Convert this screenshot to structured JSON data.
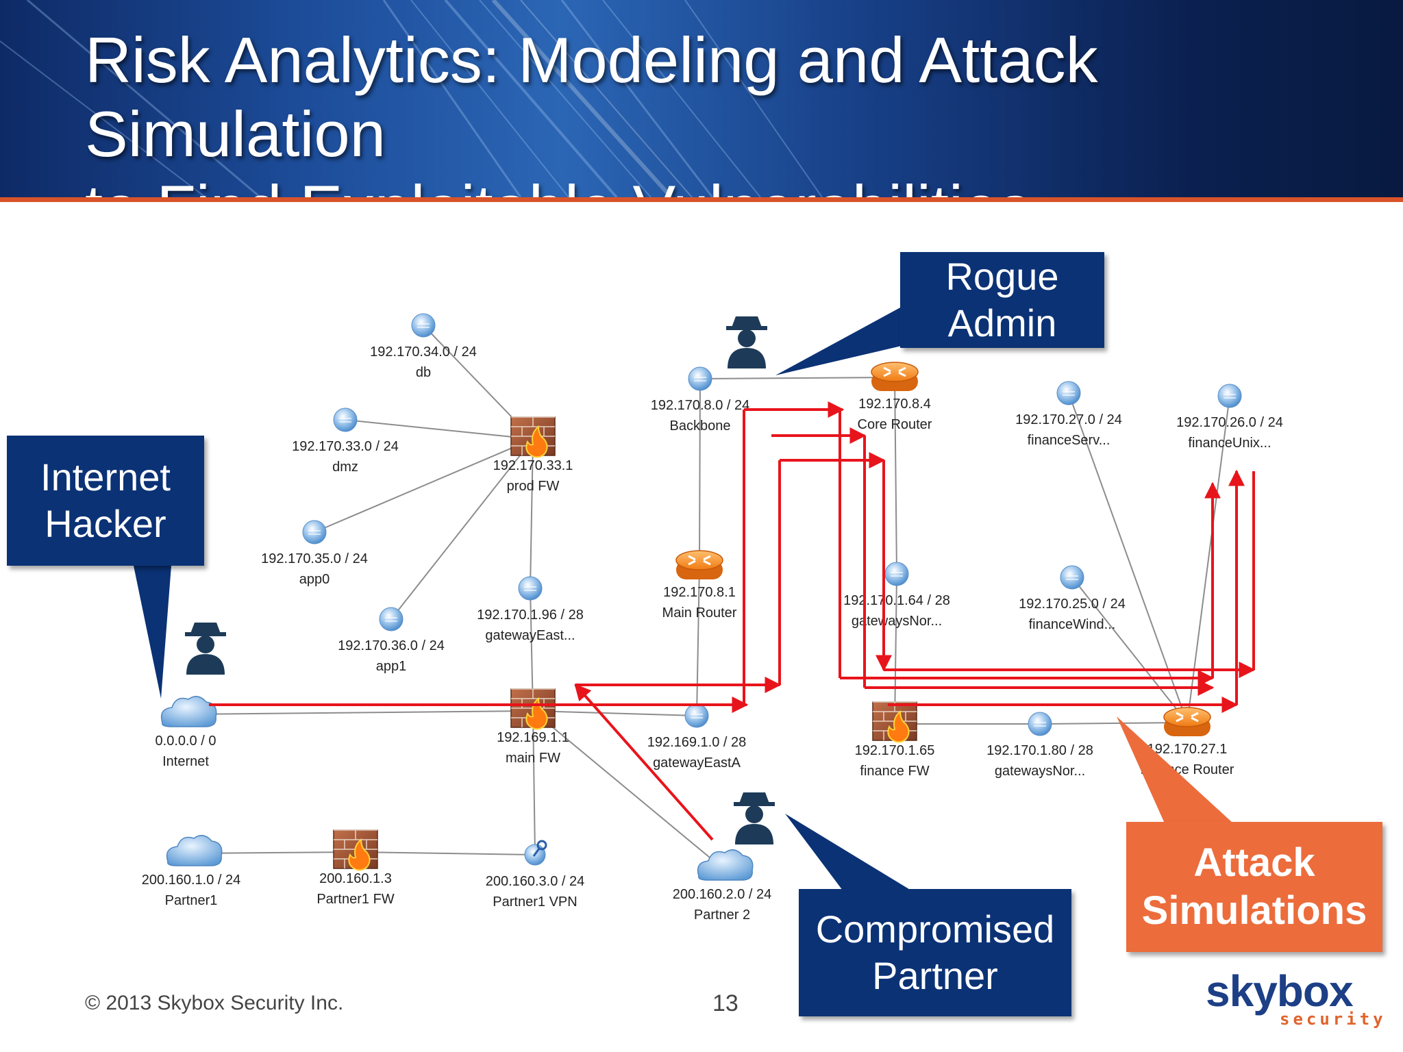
{
  "title": {
    "line1": "Risk Analytics: Modeling and Attack Simulation",
    "line2": "to Find Exploitable Vulnerabilities"
  },
  "colors": {
    "header_dark": "#0b2050",
    "header_accent": "#d9542a",
    "callout_blue": "#0b3275",
    "callout_orange": "#ec6c3c",
    "attack_path": "#e8141b",
    "link_gray": "#8c8c8c"
  },
  "callouts": {
    "internet_hacker": [
      "Internet",
      "Hacker"
    ],
    "rogue_admin": [
      "Rogue",
      "Admin"
    ],
    "compromised_partner": [
      "Compromised",
      "Partner"
    ],
    "attack_simulations": [
      "Attack",
      "Simulations"
    ]
  },
  "nodes": [
    {
      "id": "db",
      "icon": "network-sphere-icon",
      "ip": "192.170.34.0 / 24",
      "name": "db"
    },
    {
      "id": "dmz",
      "icon": "network-sphere-icon",
      "ip": "192.170.33.0 / 24",
      "name": "dmz"
    },
    {
      "id": "prodfw",
      "icon": "firewall-icon",
      "ip": "192.170.33.1",
      "name": "prod FW"
    },
    {
      "id": "app0",
      "icon": "network-sphere-icon",
      "ip": "192.170.35.0 / 24",
      "name": "app0"
    },
    {
      "id": "app1",
      "icon": "network-sphere-icon",
      "ip": "192.170.36.0 / 24",
      "name": "app1"
    },
    {
      "id": "gweast",
      "icon": "network-sphere-icon",
      "ip": "192.170.1.96 / 28",
      "name": "gatewayEast..."
    },
    {
      "id": "backbone",
      "icon": "network-sphere-icon",
      "ip": "192.170.8.0 / 24",
      "name": "Backbone"
    },
    {
      "id": "corerouter",
      "icon": "router-icon",
      "ip": "192.170.8.4",
      "name": "Core Router"
    },
    {
      "id": "mainrouter",
      "icon": "router-icon",
      "ip": "192.170.8.1",
      "name": "Main Router"
    },
    {
      "id": "finserv",
      "icon": "network-sphere-icon",
      "ip": "192.170.27.0 / 24",
      "name": "financeServ..."
    },
    {
      "id": "finunix",
      "icon": "network-sphere-icon",
      "ip": "192.170.26.0 / 24",
      "name": "financeUnix..."
    },
    {
      "id": "gwnor1",
      "icon": "network-sphere-icon",
      "ip": "192.170.1.64 / 28",
      "name": "gatewaysNor..."
    },
    {
      "id": "finwind",
      "icon": "network-sphere-icon",
      "ip": "192.170.25.0 / 24",
      "name": "financeWind..."
    },
    {
      "id": "internet",
      "icon": "cloud-icon",
      "ip": "0.0.0.0 / 0",
      "name": "Internet"
    },
    {
      "id": "mainfw",
      "icon": "firewall-icon",
      "ip": "192.169.1.1",
      "name": "main FW"
    },
    {
      "id": "gweasta",
      "icon": "network-sphere-icon",
      "ip": "192.169.1.0 / 28",
      "name": "gatewayEastA"
    },
    {
      "id": "finfw",
      "icon": "firewall-icon",
      "ip": "192.170.1.65",
      "name": "finance FW"
    },
    {
      "id": "gwnor2",
      "icon": "network-sphere-icon",
      "ip": "192.170.1.80 / 28",
      "name": "gatewaysNor..."
    },
    {
      "id": "finrouter",
      "icon": "router-icon",
      "ip": "192.170.27.1",
      "name": "Finance Router"
    },
    {
      "id": "partner1",
      "icon": "cloud-icon",
      "ip": "200.160.1.0 / 24",
      "name": "Partner1"
    },
    {
      "id": "partner1fw",
      "icon": "firewall-icon",
      "ip": "200.160.1.3",
      "name": "Partner1 FW"
    },
    {
      "id": "partner1vpn",
      "icon": "vpn-icon",
      "ip": "200.160.3.0 / 24",
      "name": "Partner1 VPN"
    },
    {
      "id": "partner2",
      "icon": "cloud-icon",
      "ip": "200.160.2.0 / 24",
      "name": "Partner 2"
    }
  ],
  "actors": [
    {
      "id": "hacker",
      "icon": "attacker-person-icon"
    },
    {
      "id": "rogue",
      "icon": "attacker-person-icon"
    },
    {
      "id": "partner",
      "icon": "attacker-person-icon"
    }
  ],
  "links": [
    [
      "db",
      "prodfw"
    ],
    [
      "dmz",
      "prodfw"
    ],
    [
      "app0",
      "prodfw"
    ],
    [
      "app1",
      "prodfw"
    ],
    [
      "gweast",
      "prodfw"
    ],
    [
      "gweast",
      "mainfw"
    ],
    [
      "internet",
      "mainfw"
    ],
    [
      "mainfw",
      "gweasta"
    ],
    [
      "gweasta",
      "mainrouter"
    ],
    [
      "mainrouter",
      "backbone"
    ],
    [
      "backbone",
      "corerouter"
    ],
    [
      "corerouter",
      "gwnor1"
    ],
    [
      "gwnor1",
      "finfw"
    ],
    [
      "finfw",
      "gwnor2"
    ],
    [
      "gwnor2",
      "finrouter"
    ],
    [
      "finrouter",
      "finserv"
    ],
    [
      "finrouter",
      "finunix"
    ],
    [
      "finrouter",
      "finwind"
    ],
    [
      "mainfw",
      "partner1vpn"
    ],
    [
      "mainfw",
      "partner2"
    ],
    [
      "partner1",
      "partner1fw"
    ],
    [
      "partner1fw",
      "partner1vpn"
    ]
  ],
  "footer": {
    "copyright": "© 2013 Skybox Security Inc.",
    "page_number": "13"
  },
  "logo": {
    "word": "skybox",
    "sub": "security"
  }
}
